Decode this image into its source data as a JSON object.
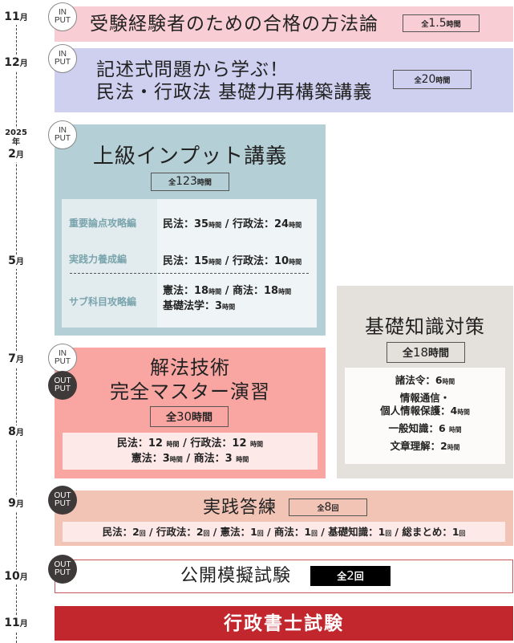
{
  "colors": {
    "pink": "#f8cdd4",
    "lavender": "#cfcff0",
    "teal": "#b4cfd5",
    "teal_inner_left": "#e2ecee",
    "teal_inner_right": "#eff4f6",
    "teal_label": "#7aa4ad",
    "beige": "#e4e0db",
    "salmon": "#f9a6a3",
    "salmon_inner": "#fde9e8",
    "peach": "#f1c4b5",
    "exam_red": "#c1272d"
  },
  "timeline": [
    {
      "label": "11",
      "suffix": "月"
    },
    {
      "label": "12",
      "suffix": "月"
    },
    {
      "year": "2025年",
      "label": "2",
      "suffix": "月"
    },
    {
      "label": "5",
      "suffix": "月"
    },
    {
      "label": "7",
      "suffix": "月"
    },
    {
      "label": "8",
      "suffix": "月"
    },
    {
      "label": "9",
      "suffix": "月"
    },
    {
      "label": "10",
      "suffix": "月"
    },
    {
      "label": "11",
      "suffix": "月"
    }
  ],
  "badges": {
    "input_line1": "IN",
    "input_line2": "PUT",
    "output_line1": "OUT",
    "output_line2": "PUT"
  },
  "courses": {
    "experienced": {
      "title": "受験経験者のための合格の方法論",
      "hours_prefix": "全",
      "hours_num": "1.5",
      "hours_unit": "時間"
    },
    "descriptive": {
      "title_line1": "記述式問題から学ぶ！",
      "title_line2": "民法・行政法 基礎力再構築講義",
      "hours_prefix": "全",
      "hours_num": "20",
      "hours_unit": "時間"
    },
    "advanced_input": {
      "title": "上級インプット講義",
      "hours_prefix": "全",
      "hours_num": "123",
      "hours_unit": "時間",
      "rows": [
        {
          "label": "重要論点攻略編",
          "line1_a": "民法：35",
          "line1_a_unit": "時間",
          "line1_b": " / 行政法：24",
          "line1_b_unit": "時間"
        },
        {
          "label": "実践力養成編",
          "line1_a": "民法：15",
          "line1_a_unit": "時間",
          "line1_b": " / 行政法：10",
          "line1_b_unit": "時間"
        },
        {
          "label": "サブ科目攻略編",
          "line1_a": "憲法：18",
          "line1_a_unit": "時間",
          "line1_b": " / 商法：18",
          "line1_b_unit": "時間",
          "line2_a": "基礎法学：3",
          "line2_a_unit": "時間"
        }
      ]
    },
    "general_knowledge": {
      "title": "基礎知識対策",
      "hours_prefix": "全",
      "hours_num": "18",
      "hours_unit": "時間",
      "items": [
        {
          "text": "諸法令：6",
          "unit": "時間"
        },
        {
          "text_pre": "情報通信・",
          "text": "個人情報保護：4",
          "unit": "時間"
        },
        {
          "text": "一般知識：6 ",
          "unit": "時間"
        },
        {
          "text": "文章理解：2",
          "unit": "時間"
        }
      ]
    },
    "solving": {
      "title_line1": "解法技術",
      "title_line2": "完全マスター演習",
      "hours_prefix": "全",
      "hours_num": "30",
      "hours_unit": "時間",
      "line1_a": "民法：12 ",
      "line1_a_unit": "時間",
      "line1_b": " / 行政法：12 ",
      "line1_b_unit": "時間",
      "line2_a": "憲法：3",
      "line2_a_unit": "時間",
      "line2_b": " / 商法：3 ",
      "line2_b_unit": "時間"
    },
    "practice": {
      "title": "実践答練",
      "hours_prefix": "全",
      "hours_num": "8",
      "hours_unit": "回",
      "breakdown": [
        {
          "text": "民法：2",
          "unit": "回"
        },
        {
          "text": " / 行政法：2",
          "unit": "回"
        },
        {
          "text": " / 憲法：1",
          "unit": "回"
        },
        {
          "text": " / 商法：1",
          "unit": "回"
        },
        {
          "text": " / 基礎知識：1",
          "unit": "回"
        },
        {
          "text": " / 総まとめ：1",
          "unit": "回"
        }
      ]
    },
    "mock": {
      "title": "公開模擬試験",
      "hours_prefix": "全",
      "hours_num": "2",
      "hours_unit": "回"
    },
    "exam": {
      "title": "行政書士試験"
    }
  }
}
